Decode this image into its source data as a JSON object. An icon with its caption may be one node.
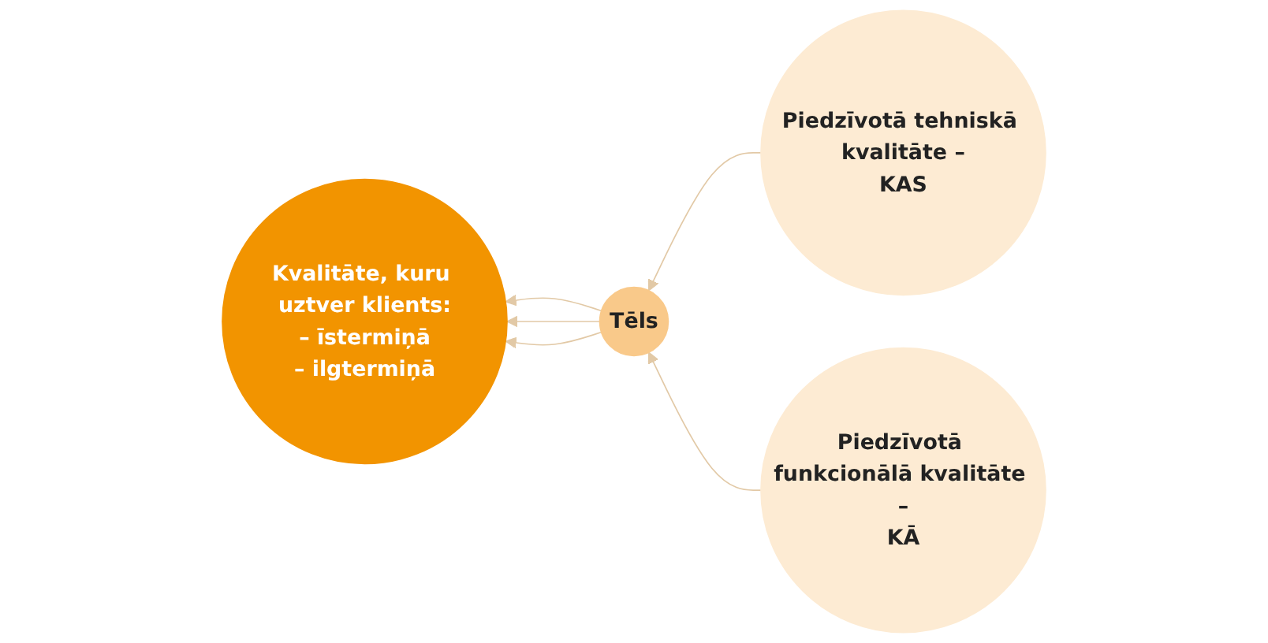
{
  "diagram": {
    "nodes": [
      {
        "text": [
          "Kvalitāte, kuru uztver klients:",
          "– īstermiņā",
          "– ilgtermiņā"
        ]
      },
      {
        "text": [
          "Tēls"
        ]
      },
      {
        "text": [
          "Piedzīvotā tehniskā kvalitāte –",
          "KAS"
        ]
      },
      {
        "text": [
          "Piedzīvotā funkcionālā kvalitāte –",
          "KĀ"
        ]
      }
    ],
    "edges": [
      {
        "from": 2,
        "to": 1,
        "arrow": "to"
      },
      {
        "from": 3,
        "to": 1,
        "arrow": "to"
      },
      {
        "from": 1,
        "to": 0,
        "arrow": "to"
      },
      {
        "from": 1,
        "to": 0,
        "arrow": "to"
      },
      {
        "from": 1,
        "to": 0,
        "arrow": "to"
      }
    ]
  }
}
